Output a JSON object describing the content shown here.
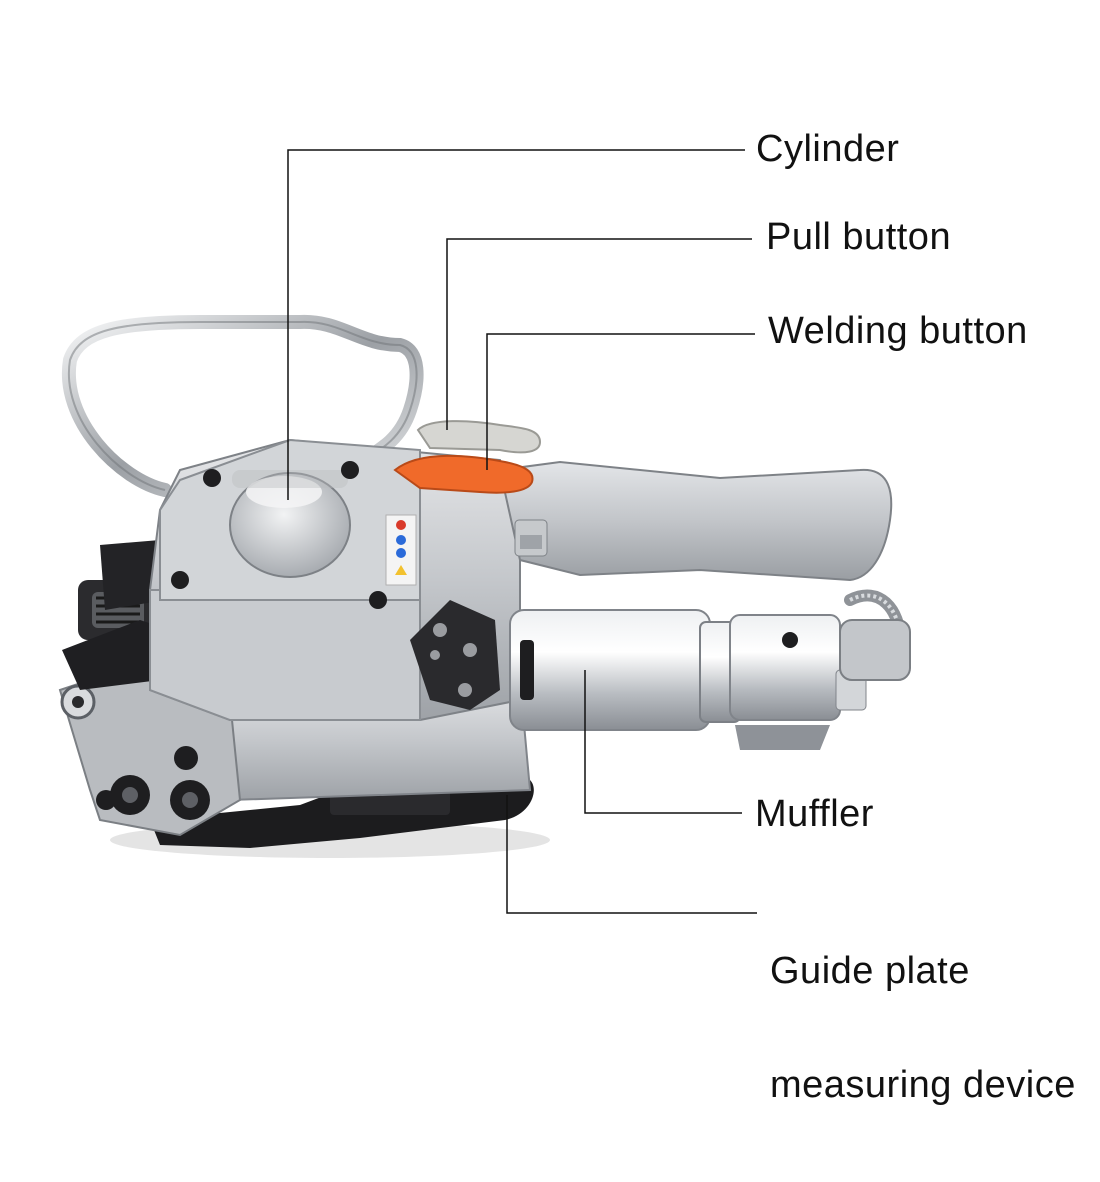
{
  "callouts": [
    {
      "id": "cylinder",
      "label": "Cylinder"
    },
    {
      "id": "pull",
      "label": "Pull button"
    },
    {
      "id": "welding",
      "label": "Welding button"
    },
    {
      "id": "muffler",
      "label": "Muffler"
    },
    {
      "id": "guide",
      "label_line1": "Guide plate",
      "label_line2": "measuring device"
    }
  ],
  "colors": {
    "aluminum": "#c9ccd0",
    "aluminum_dark": "#8d9196",
    "aluminum_light": "#e9eaec",
    "black_parts": "#1c1c1e",
    "welding_button": "#f06a2a",
    "pull_button": "#d4d4d0",
    "leader_line": "#111111"
  },
  "icons": [
    "strapping-tool-image",
    "handle-loop",
    "welding-button-icon",
    "pull-button-icon"
  ]
}
